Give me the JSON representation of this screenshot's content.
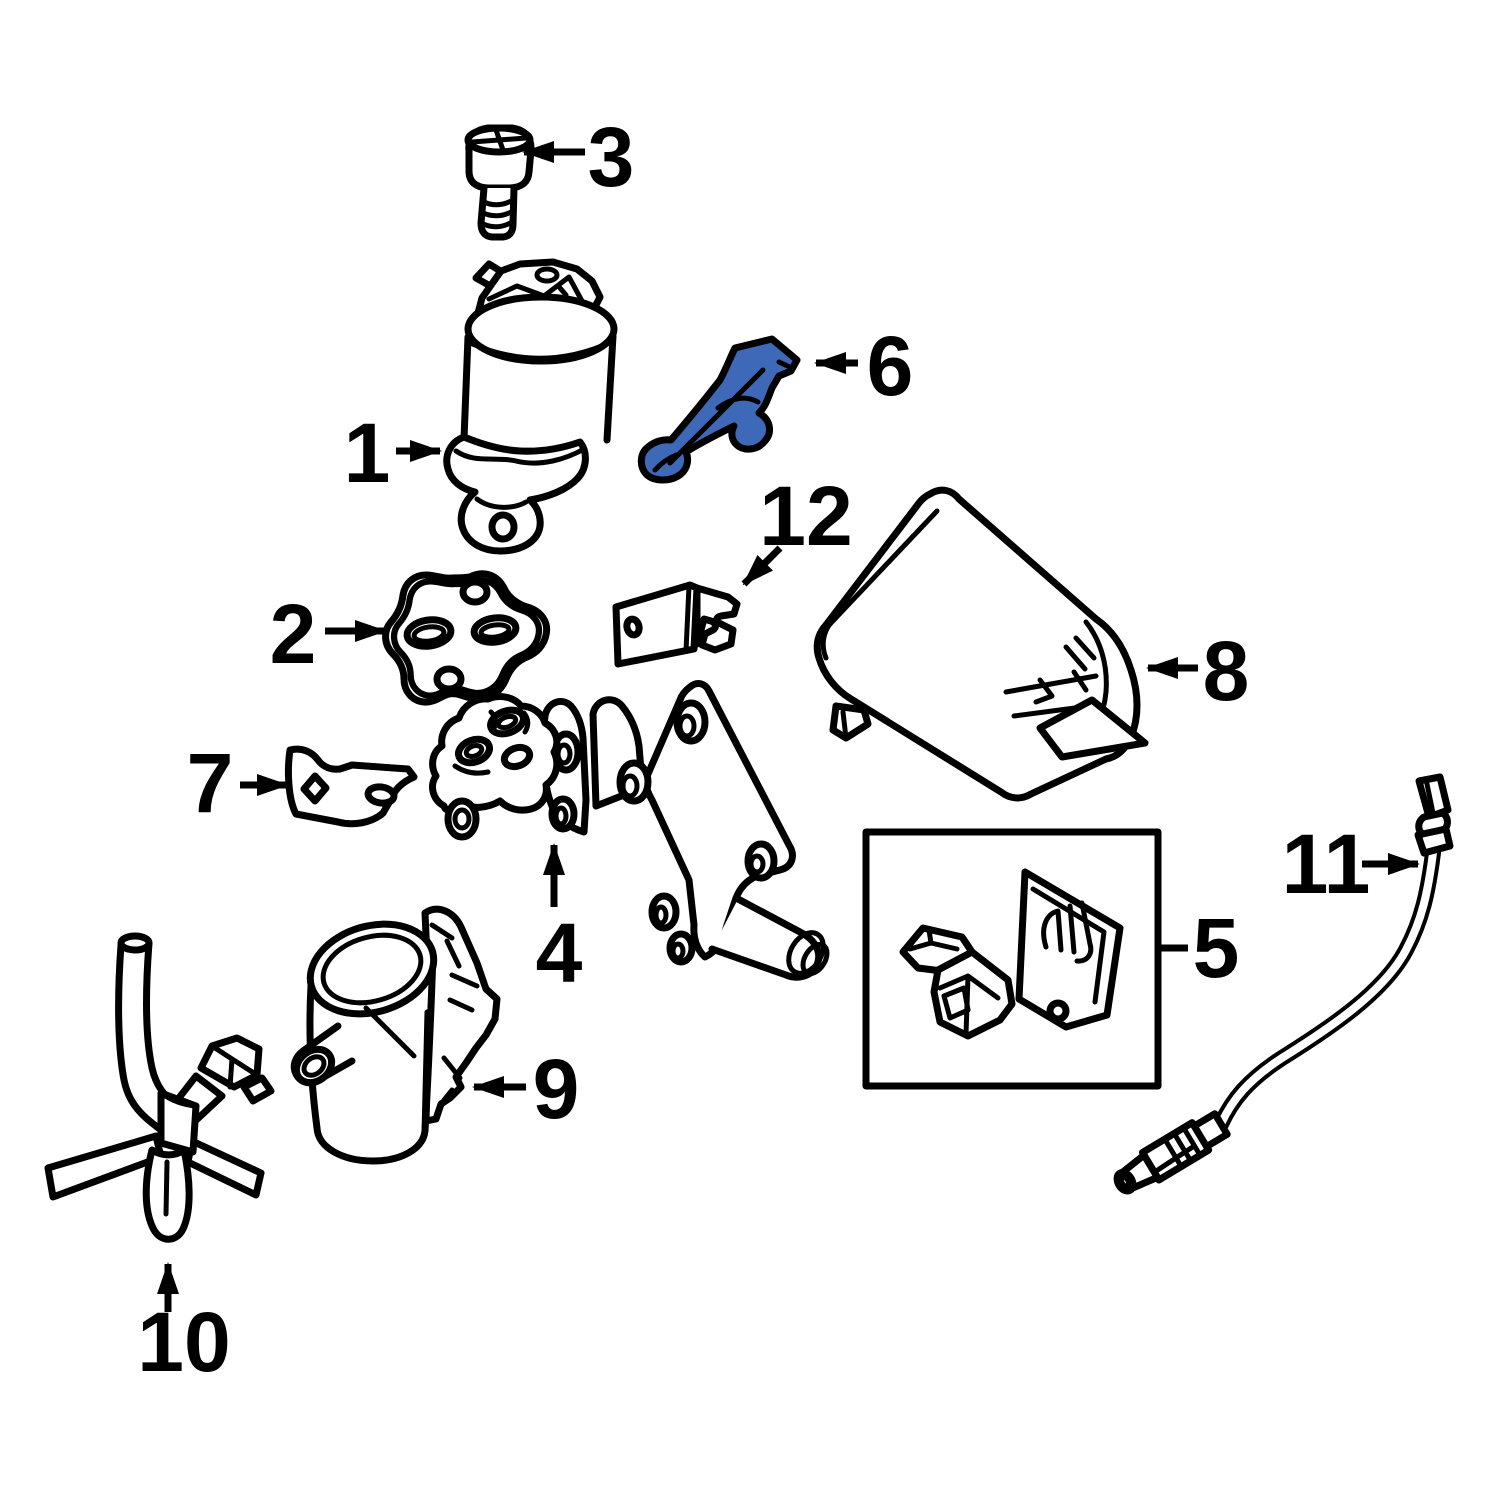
{
  "diagram": {
    "background_color": "#ffffff",
    "line_color": "#000000",
    "highlight_color": "#3d69b8",
    "highlighted_callout": "6",
    "callouts": [
      {
        "number": "1"
      },
      {
        "number": "2"
      },
      {
        "number": "3"
      },
      {
        "number": "4"
      },
      {
        "number": "5"
      },
      {
        "number": "6"
      },
      {
        "number": "7"
      },
      {
        "number": "8"
      },
      {
        "number": "9"
      },
      {
        "number": "10"
      },
      {
        "number": "11"
      },
      {
        "number": "12"
      }
    ]
  }
}
